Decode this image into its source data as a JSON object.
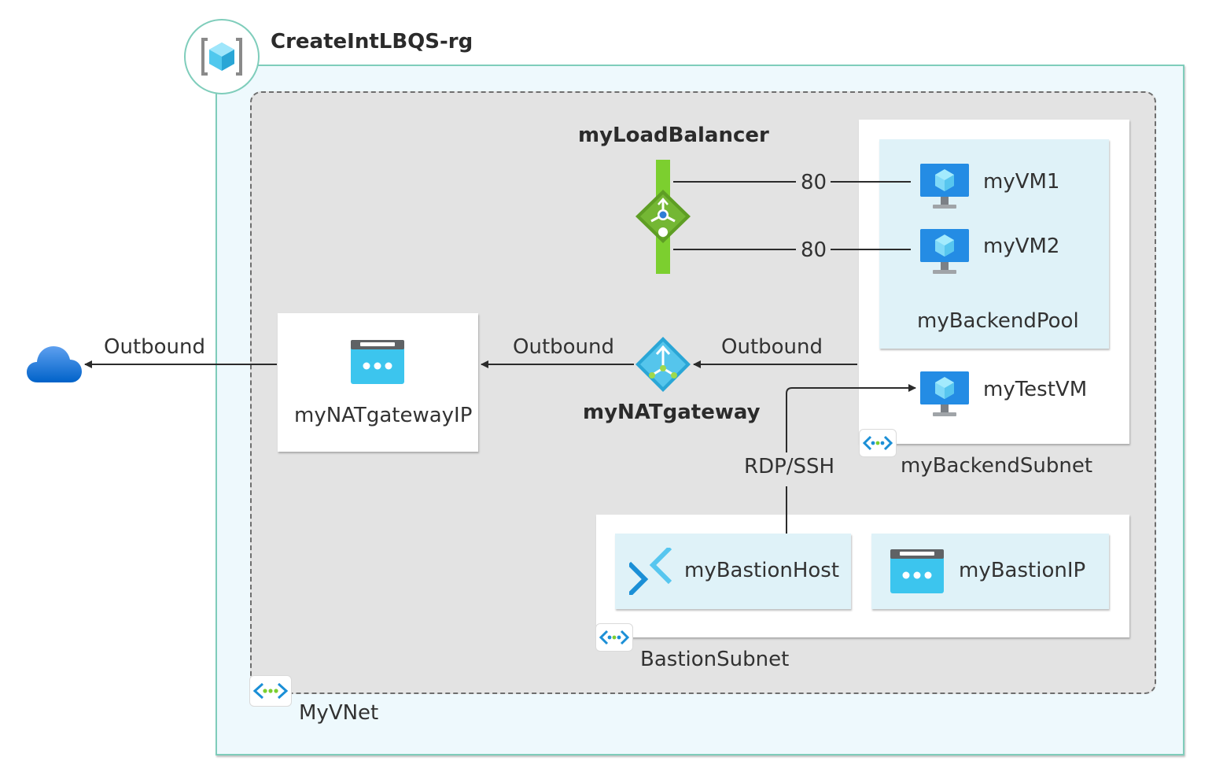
{
  "resource_group": {
    "name": "CreateIntLBQS-rg"
  },
  "vnet": {
    "name": "MyVNet"
  },
  "load_balancer": {
    "name": "myLoadBalancer",
    "port_vm1": "80",
    "port_vm2": "80"
  },
  "backend_pool": {
    "name": "myBackendPool",
    "vm1": "myVM1",
    "vm2": "myVM2"
  },
  "backend_subnet": {
    "name": "myBackendSubnet",
    "test_vm": "myTestVM"
  },
  "nat": {
    "gateway": "myNATgateway",
    "ip": "myNATgatewayIP"
  },
  "flows": {
    "outbound_internet": "Outbound",
    "outbound_nat_ip": "Outbound",
    "outbound_subnet": "Outbound",
    "rdp_ssh": "RDP/SSH"
  },
  "bastion": {
    "subnet": "BastionSubnet",
    "host": "myBastionHost",
    "ip": "myBastionIP"
  },
  "colors": {
    "rg_border": "#7fcdbb",
    "rg_fill": "#eef9fd",
    "vnet_fill": "#e3e3e3",
    "pool_fill": "#dff2f8",
    "lb_green": "#7ccf2f",
    "azure_blue": "#0078d4"
  },
  "icons": [
    "resource-group-icon",
    "cloud-icon",
    "public-ip-icon",
    "nat-gateway-icon",
    "load-balancer-icon",
    "vm-icon",
    "subnet-icon",
    "bastion-icon"
  ]
}
